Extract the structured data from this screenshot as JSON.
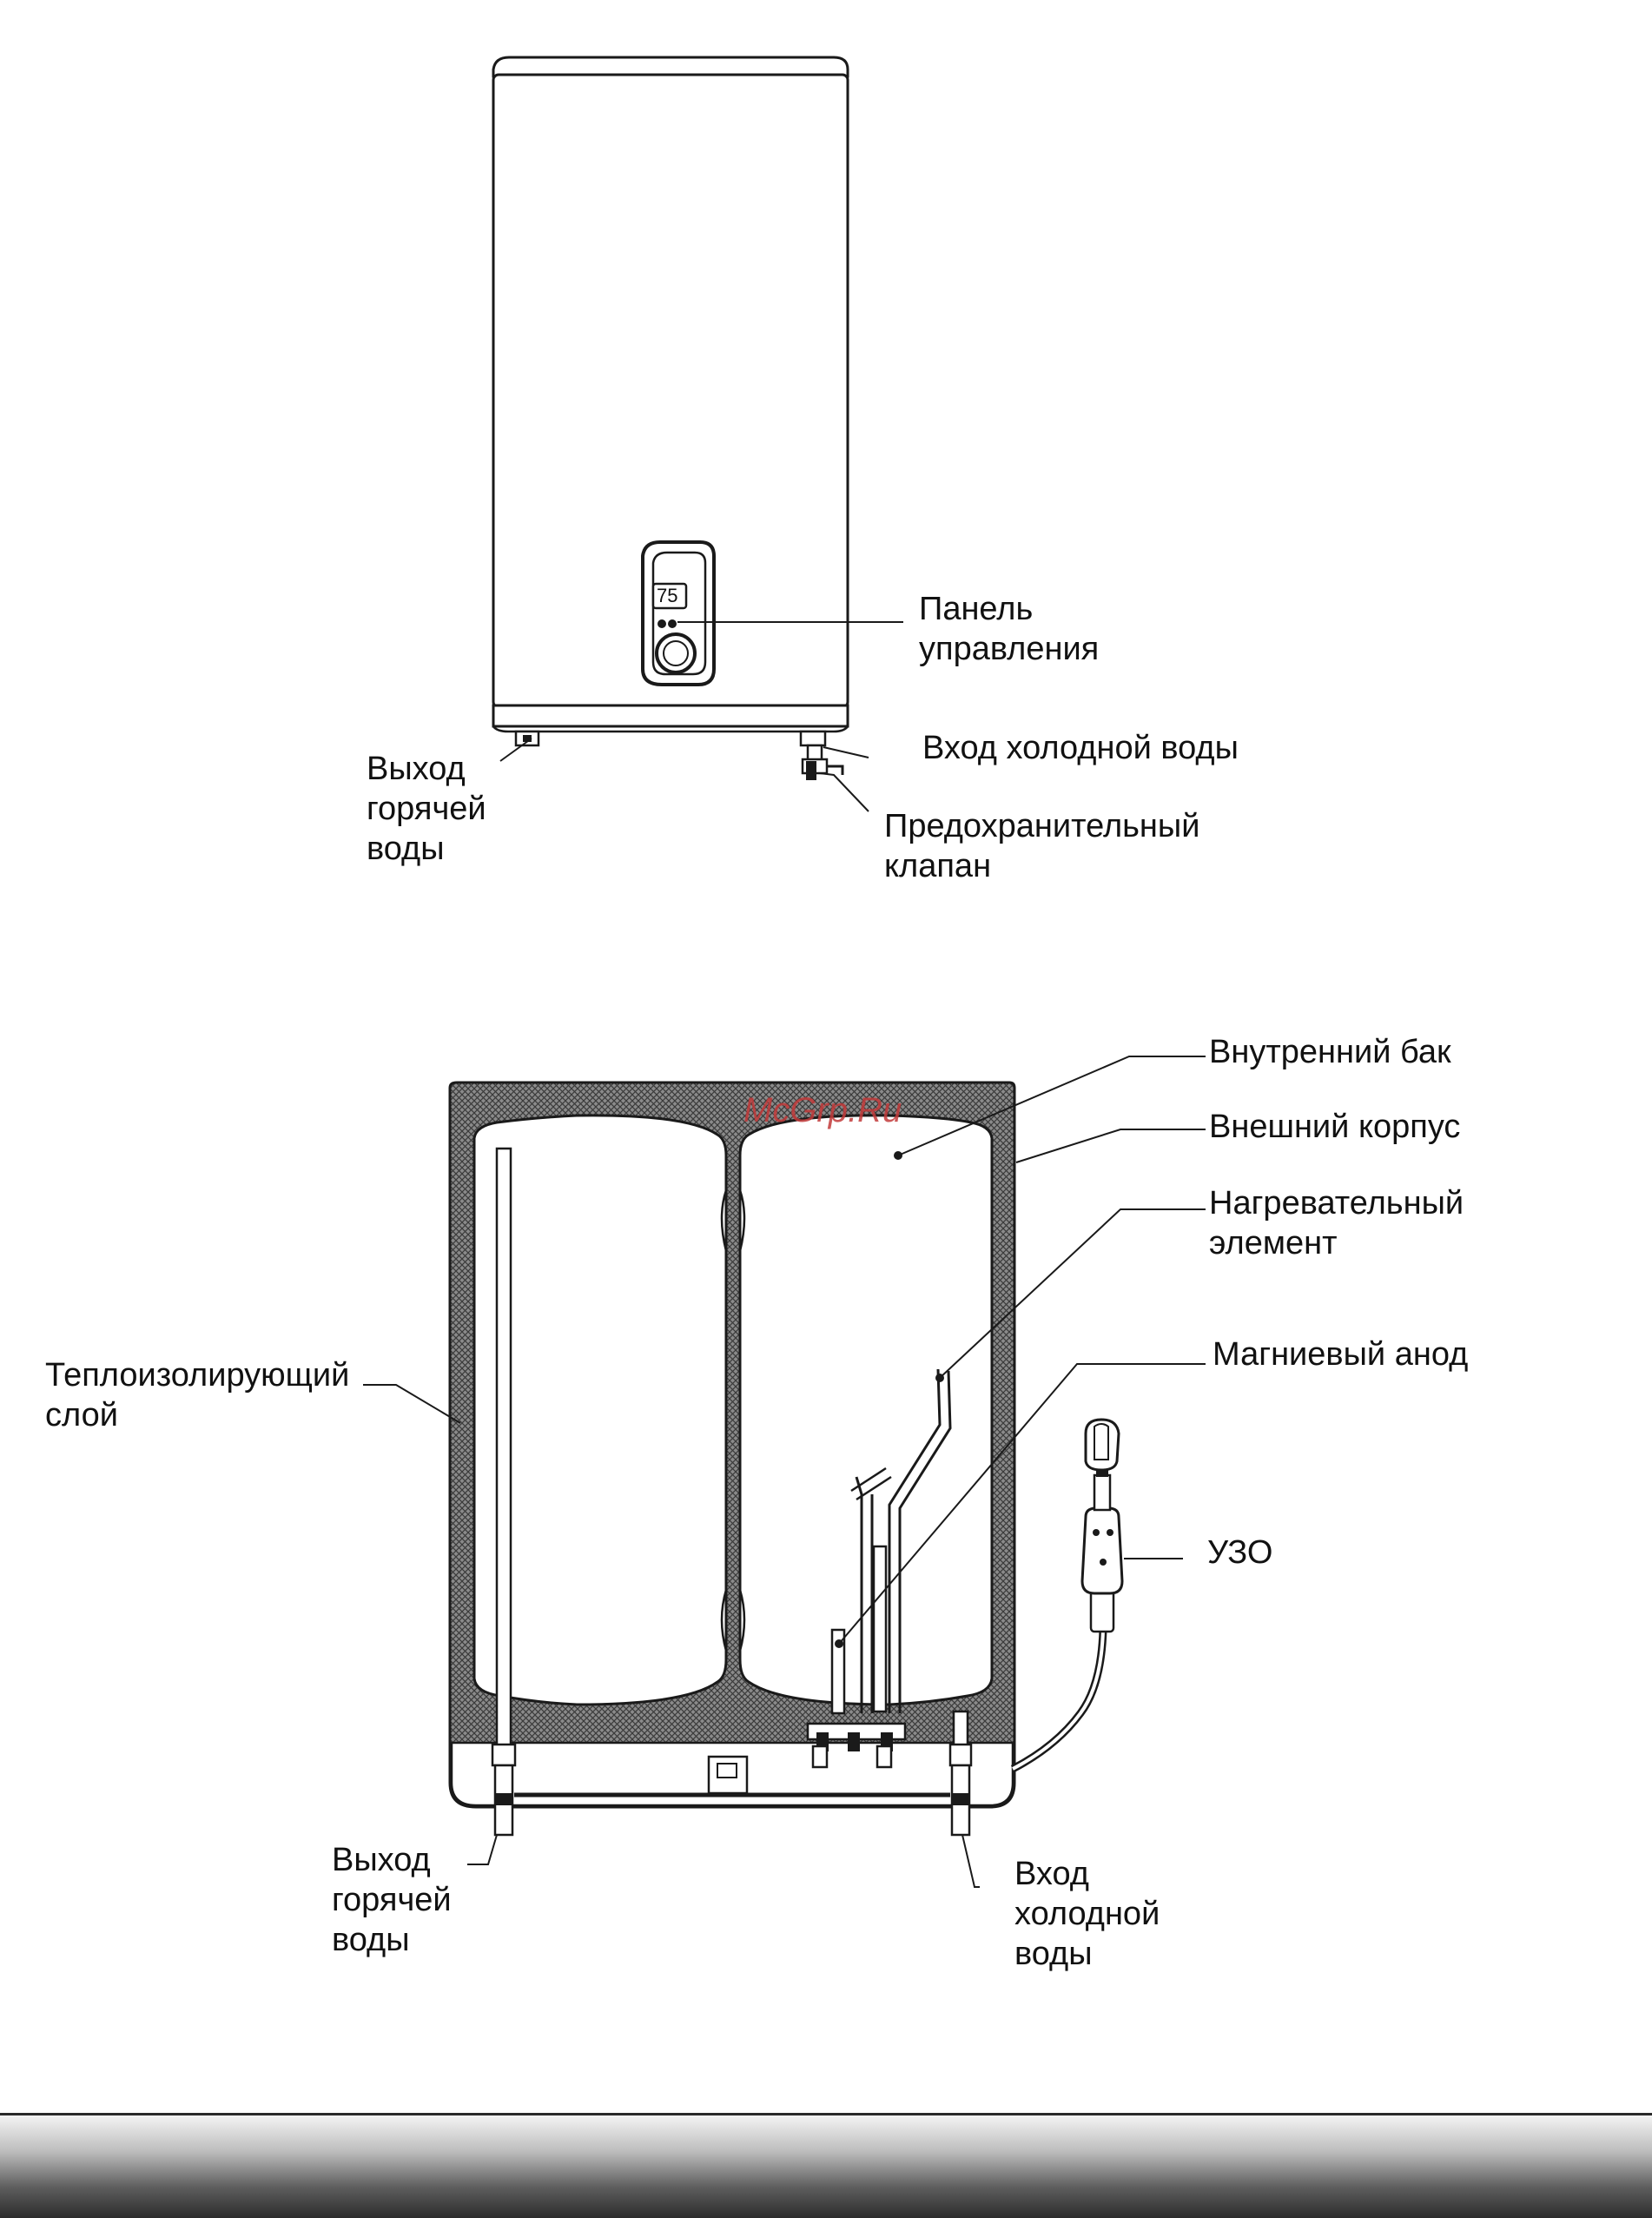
{
  "colors": {
    "line": "#1a1a1a",
    "insulation": "#6f6f6f",
    "watermark": "#c23a3a",
    "footer_dark": "#2c2c2c"
  },
  "figure1": {
    "display_value": "75",
    "labels": {
      "control_panel": "Панель\nуправления",
      "cold_in": "Вход холодной воды",
      "hot_out": "Выход\nгорячей\nводы",
      "safety_valve": "Предохранительный\nклапан"
    }
  },
  "figure2": {
    "watermark": "McGrp.Ru",
    "labels": {
      "inner_tank": "Внутренний бак",
      "outer_case": "Внешний корпус",
      "heating_element": "Нагревательный\nэлемент",
      "magnesium_anode": "Магниевый анод",
      "insulation": "Теплоизолирующий\nслой",
      "rcd": "УЗО",
      "hot_out": "Выход\nгорячей\nводы",
      "cold_in": "Вход\nхолодной\nводы"
    }
  }
}
